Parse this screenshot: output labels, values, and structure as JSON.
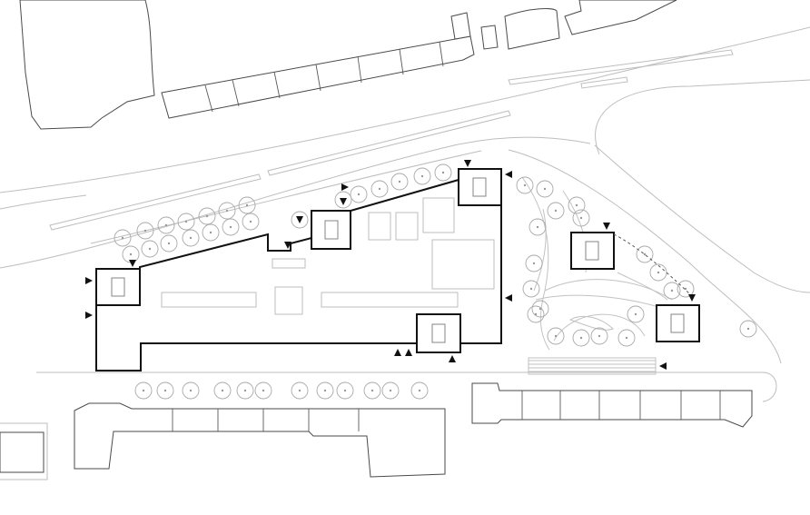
{
  "drawing": {
    "kind": "site plan",
    "labels": [],
    "colors": {
      "background": "#ffffff",
      "site_outline": "#111111",
      "buildings": "#4a4a4a",
      "streets_and_trees": "#bdbdbd"
    },
    "proposed_towers": 6,
    "entrance_arrows": 16
  }
}
